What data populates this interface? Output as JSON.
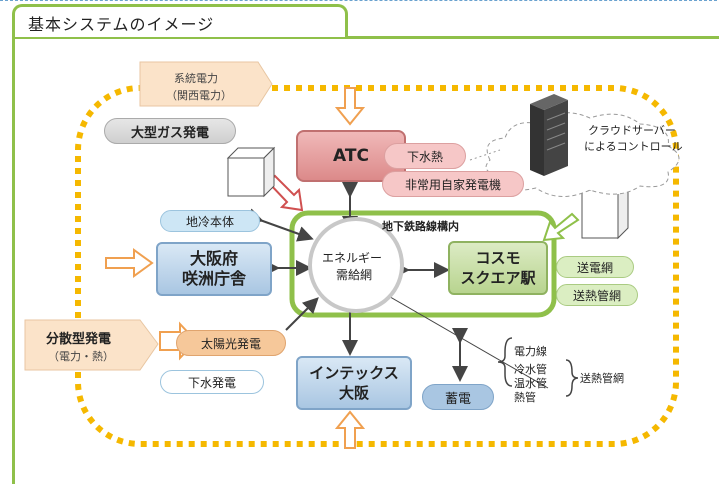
{
  "title": "基本システムのイメージ",
  "colors": {
    "frame_green": "#8fc04a",
    "dashed_orange": "#f5b800",
    "arrow_orange": "#f0a050",
    "atc_red": "#e8a0a0",
    "blue_box": "#bcd6ec",
    "green_box": "#cfe3b2"
  },
  "nodes": {
    "grid_power": "系統電力",
    "grid_power_sub": "（関西電力）",
    "gas_plant": "大型ガス発電",
    "atc": "ATC",
    "sewage_heat": "下水熱",
    "emergency_gen": "非常用自家発電機",
    "cloud_server": "クラウドサーバー",
    "cloud_control": "によるコントロール",
    "district_cooling": "地冷本体",
    "subway": "地下鉄路線構内",
    "energy_network_1": "エネルギー",
    "energy_network_2": "需給網",
    "osaka_pref_1": "大阪府",
    "osaka_pref_2": "咲洲庁舎",
    "cosmo_1": "コスモ",
    "cosmo_2": "スクエア駅",
    "power_grid": "送電網",
    "heat_pipe_net": "送熱管網",
    "distributed": "分散型発電",
    "distributed_sub": "（電力・熱）",
    "solar": "太陽光発電",
    "sewage_power": "下水発電",
    "intex_1": "インテックス",
    "intex_2": "大阪",
    "storage": "蓄電"
  },
  "legend": {
    "power_line": "電力線",
    "cold_pipe": "冷水管",
    "hot_pipe": "温水管",
    "heat_pipe": "熱管",
    "heat_pipe_network": "送熱管網"
  }
}
